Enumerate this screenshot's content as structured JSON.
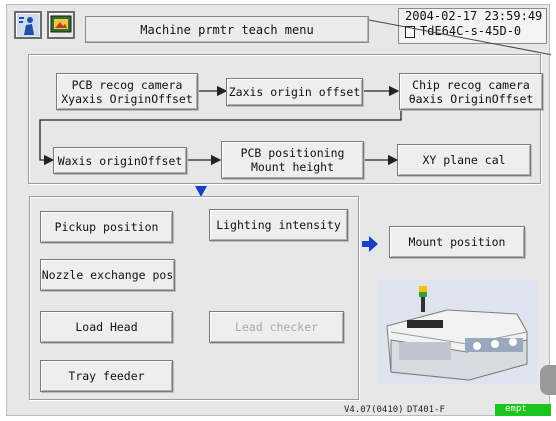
{
  "header": {
    "title": "Machine prmtr teach menu",
    "date_time": "2004-02-17  23:59:49",
    "file_name": "TdE64C-s-45D-0",
    "icons": [
      "operator-icon",
      "screen-select-icon"
    ]
  },
  "flow": {
    "row1": [
      "PCB recog camera\nXyaxis OriginOffset",
      "Zaxis origin offset",
      "Chip recog camera\nθaxis OriginOffset"
    ],
    "row2": [
      "Waxis originOffset",
      "PCB positioning\nMount height",
      "XY plane cal"
    ]
  },
  "menu": {
    "pickup_position": "Pickup position",
    "lighting_intensity": "Lighting intensity",
    "nozzle_exchange_pos": "Nozzle exchange pos",
    "load_head": "Load Head",
    "lead_checker": "Lead checker",
    "tray_feeder": "Tray feeder",
    "mount_position": "Mount position"
  },
  "status_bar": {
    "version": "V4.07(0410)",
    "model": "DT401-F",
    "state": "empt"
  },
  "colors": {
    "arrow_blue": "#1a3ec8",
    "state_green": "#19c51c"
  }
}
